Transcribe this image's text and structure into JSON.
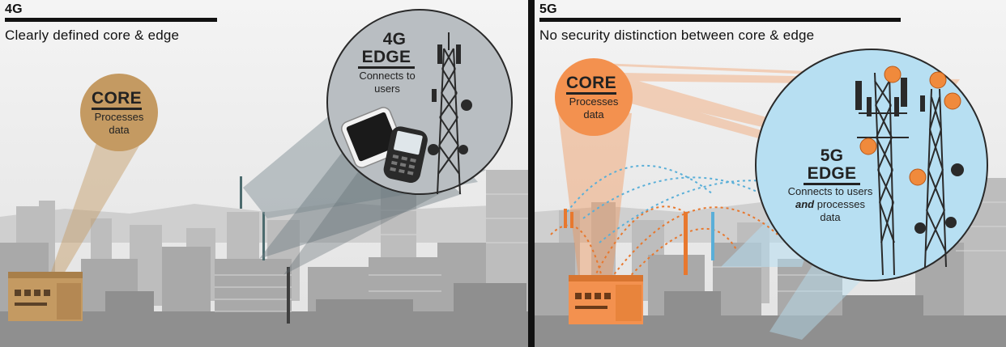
{
  "panel_4g": {
    "heading": "4G",
    "subtitle": "Clearly defined core & edge",
    "core": {
      "title": "CORE",
      "desc": "Processes data"
    },
    "edge": {
      "title_line1": "4G",
      "title_line2": "EDGE",
      "desc": "Connects to users"
    }
  },
  "panel_5g": {
    "heading": "5G",
    "subtitle": "No security distinction between core & edge",
    "core": {
      "title": "CORE",
      "desc": "Processes data"
    },
    "edge": {
      "title_line1": "5G",
      "title_line2": "EDGE",
      "desc_part1": "Connects to users ",
      "desc_emphasis": "and",
      "desc_part2": " processes data"
    }
  },
  "colors": {
    "core_4g": "#c49a62",
    "core_5g": "#f3914f",
    "edge_4g": "#c4c9cd",
    "edge_5g": "#b7dff2",
    "node": "#f08a3c",
    "blue_link": "#5aafd8",
    "orange_link": "#e8782e"
  }
}
